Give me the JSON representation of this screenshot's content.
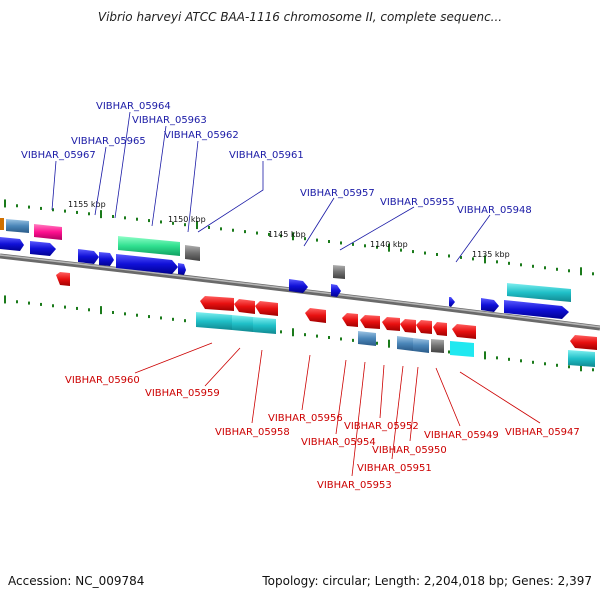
{
  "title": "Vibrio harveyi ATCC BAA-1116 chromosome II, complete sequenc...",
  "footer": {
    "accession": "Accession: NC_009784",
    "topology": "Topology: circular; Length: 2,204,018 bp; Genes: 2,397"
  },
  "colors": {
    "forward_gene": "#1010d8",
    "reverse_gene": "#e81010",
    "cds_cyan": "#20c0c8",
    "rna_green": "#30e090",
    "pseudo_gray": "#707070",
    "steel": "#4a86b8",
    "magenta": "#ff1090",
    "backbone": "#808080",
    "tick_green": "#1a7a1a"
  },
  "scale_labels": [
    "1155 kbp",
    "1150 kbp",
    "1145 kbp",
    "1140 kbp",
    "1135 kbp"
  ],
  "top_labels": [
    "VIBHAR_05964",
    "VIBHAR_05963",
    "VIBHAR_05962",
    "VIBHAR_05965",
    "VIBHAR_05967",
    "VIBHAR_05961",
    "VIBHAR_05957",
    "VIBHAR_05955",
    "VIBHAR_05948"
  ],
  "bottom_labels": [
    "VIBHAR_05960",
    "VIBHAR_05959",
    "VIBHAR_05958",
    "VIBHAR_05956",
    "VIBHAR_05954",
    "VIBHAR_05952",
    "VIBHAR_05950",
    "VIBHAR_05951",
    "VIBHAR_05953",
    "VIBHAR_05949",
    "VIBHAR_05947"
  ]
}
